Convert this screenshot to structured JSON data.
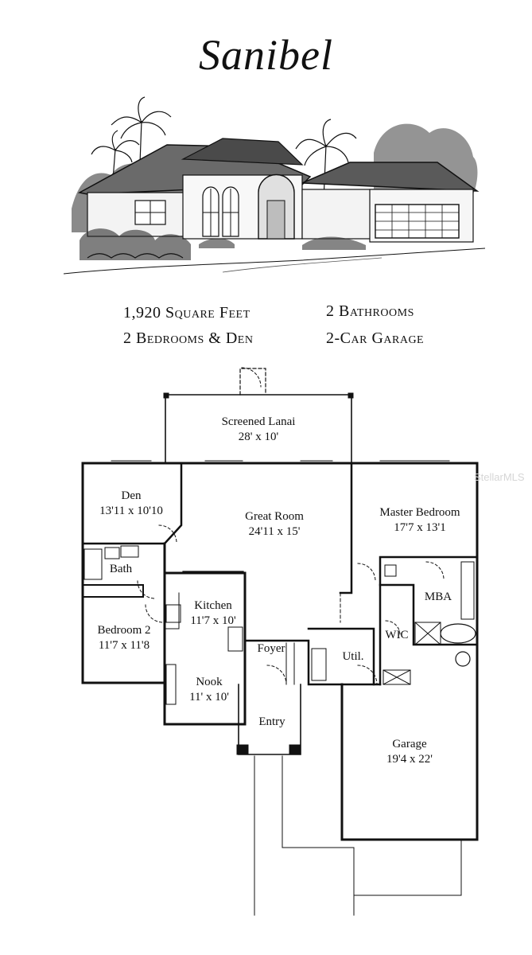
{
  "title": "Sanibel",
  "facts": {
    "square_feet": "1,920 Square Feet",
    "bathrooms": "2 Bathrooms",
    "bedrooms": "2 Bedrooms & Den",
    "garage": "2-Car Garage"
  },
  "watermark": "StellarMLS",
  "rooms": {
    "lanai": {
      "name": "Screened Lanai",
      "dims": "28' x 10'"
    },
    "den": {
      "name": "Den",
      "dims": "13'11 x 10'10"
    },
    "great_room": {
      "name": "Great Room",
      "dims": "24'11 x 15'"
    },
    "master_bedroom": {
      "name": "Master Bedroom",
      "dims": "17'7 x 13'1"
    },
    "bath": {
      "name": "Bath"
    },
    "mba": {
      "name": "MBA"
    },
    "kitchen": {
      "name": "Kitchen",
      "dims": "11'7 x 10'"
    },
    "bedroom2": {
      "name": "Bedroom 2",
      "dims": "11'7 x 11'8"
    },
    "wic": {
      "name": "WIC"
    },
    "foyer": {
      "name": "Foyer"
    },
    "util": {
      "name": "Util."
    },
    "nook": {
      "name": "Nook",
      "dims": "11' x 10'"
    },
    "entry": {
      "name": "Entry"
    },
    "garage": {
      "name": "Garage",
      "dims": "19'4 x 22'"
    }
  }
}
